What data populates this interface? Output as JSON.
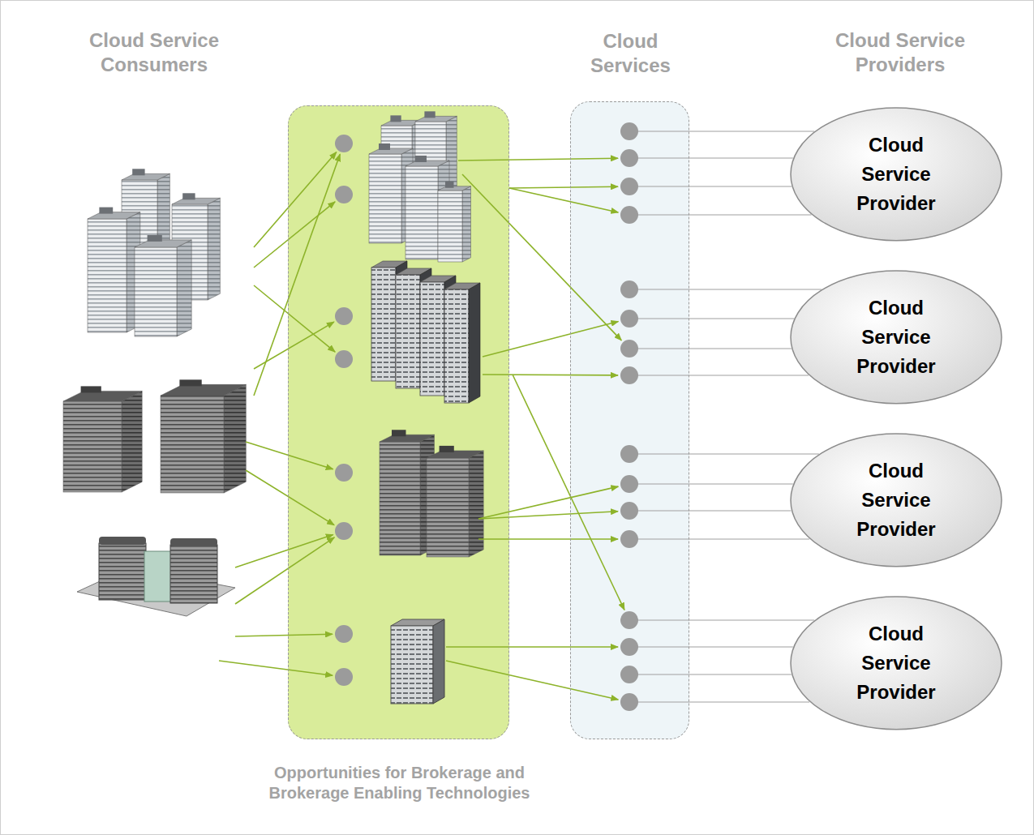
{
  "diagram": {
    "nodes": [
      {
        "text": [
          "Opportunities for Brokerage and Brokerage Enabling Technologies"
        ]
      },
      {
        "text": [
          "Cloud Services"
        ]
      },
      {
        "text": [
          "Cloud Service Provider"
        ]
      },
      {
        "text": [
          "Cloud Service Provider"
        ]
      },
      {
        "text": [
          "Cloud Service Provider"
        ]
      },
      {
        "text": [
          "Cloud Service Provider"
        ]
      }
    ],
    "edges": [
      {
        "from": 1,
        "to": 2,
        "arrow": "none"
      },
      {
        "from": 1,
        "to": 2,
        "arrow": "none"
      },
      {
        "from": 1,
        "to": 2,
        "arrow": "none"
      },
      {
        "from": 1,
        "to": 2,
        "arrow": "none"
      },
      {
        "from": 1,
        "to": 3,
        "arrow": "none"
      },
      {
        "from": 1,
        "to": 3,
        "arrow": "none"
      },
      {
        "from": 1,
        "to": 3,
        "arrow": "none"
      },
      {
        "from": 1,
        "to": 3,
        "arrow": "none"
      },
      {
        "from": 1,
        "to": 4,
        "arrow": "none"
      },
      {
        "from": 1,
        "to": 4,
        "arrow": "none"
      },
      {
        "from": 1,
        "to": 4,
        "arrow": "none"
      },
      {
        "from": 1,
        "to": 4,
        "arrow": "none"
      },
      {
        "from": 1,
        "to": 5,
        "arrow": "none"
      },
      {
        "from": 1,
        "to": 5,
        "arrow": "none"
      },
      {
        "from": 1,
        "to": 5,
        "arrow": "none"
      },
      {
        "from": 1,
        "to": 5,
        "arrow": "none"
      }
    ],
    "labels": [
      "Cloud Service Consumers",
      "Cloud Service Providers"
    ]
  }
}
